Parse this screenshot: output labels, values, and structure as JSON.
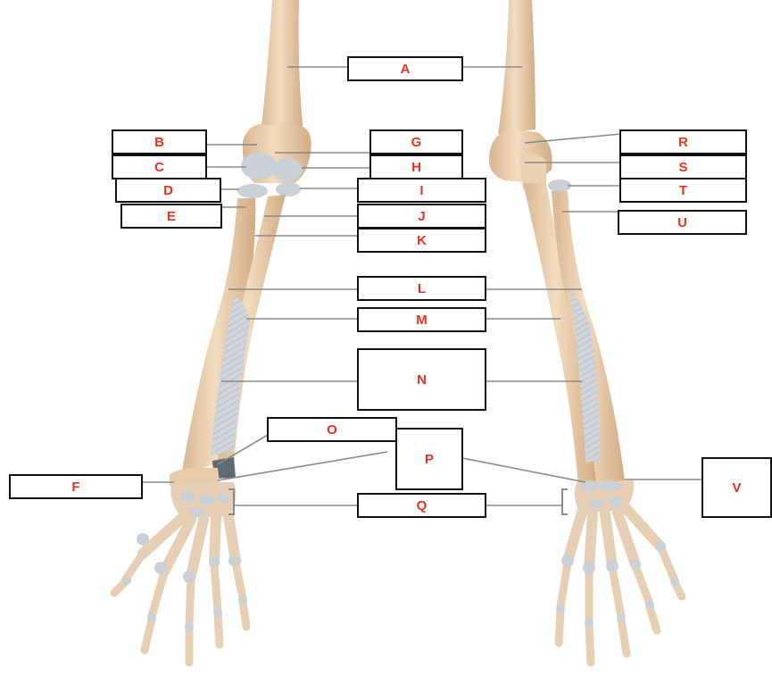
{
  "colors": {
    "label_text": "#e8321e",
    "box_border": "#111111",
    "leader_line": "#8a8a8a",
    "bone": "#ecd2b2",
    "bone_shade": "#d4b08a",
    "cartilage": "#c9d0d6",
    "membrane": "#c8cdd3"
  },
  "labels": {
    "A": "A",
    "B": "B",
    "C": "C",
    "D": "D",
    "E": "E",
    "F": "F",
    "G": "G",
    "H": "H",
    "I": "I",
    "J": "J",
    "K": "K",
    "L": "L",
    "M": "M",
    "N": "N",
    "O": "O",
    "P": "P",
    "Q": "Q",
    "R": "R",
    "S": "S",
    "T": "T",
    "U": "U",
    "V": "V"
  }
}
